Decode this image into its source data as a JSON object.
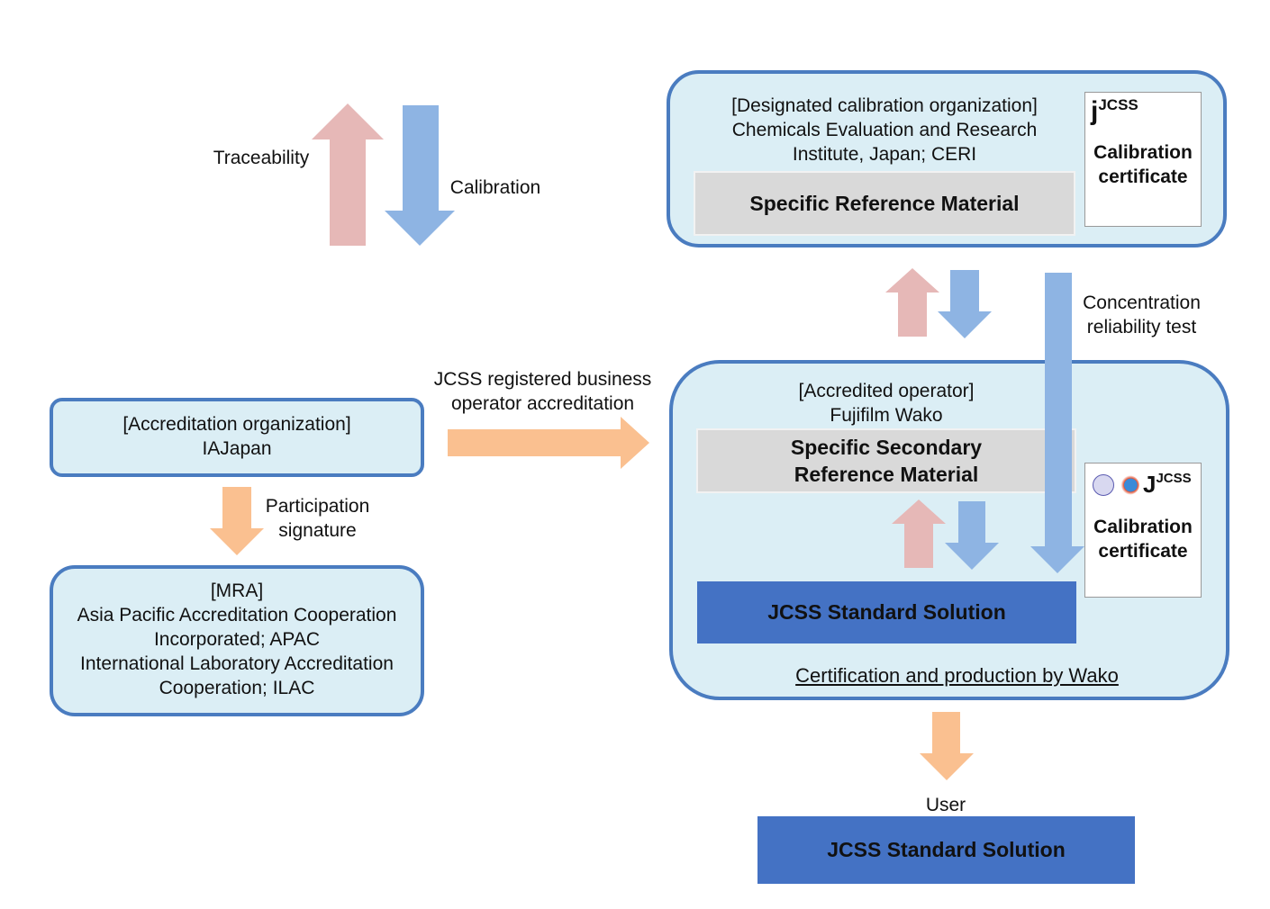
{
  "colors": {
    "traceability_arrow": "#e6b8b7",
    "calibration_arrow": "#8eb4e3",
    "flow_arrow": "#fac090",
    "box_fill": "#dbeef5",
    "box_border": "#4a7cc0",
    "material_fill": "#d9d9d9",
    "solution_fill": "#4472c4"
  },
  "legend": {
    "traceability": "Traceability",
    "calibration": "Calibration"
  },
  "designated_org": {
    "line1": "[Designated calibration organization]",
    "line2": "Chemicals Evaluation and Research",
    "line3": "Institute, Japan; CERI",
    "material": "Specific Reference Material",
    "certificate": {
      "logo": "JCSS",
      "line1": "Calibration",
      "line2": "certificate"
    }
  },
  "concentration_test": {
    "line1": "Concentration",
    "line2": "reliability test"
  },
  "accreditation_org": {
    "line1": "[Accreditation organization]",
    "line2": "IAJapan"
  },
  "accreditation_arrow": {
    "line1": "JCSS registered business",
    "line2": "operator accreditation"
  },
  "participation": {
    "line1": "Participation",
    "line2": "signature"
  },
  "mra": {
    "line1": "[MRA]",
    "line2": "Asia Pacific Accreditation Cooperation",
    "line3": "Incorporated; APAC",
    "line4": "International Laboratory Accreditation",
    "line5": "Cooperation; ILAC"
  },
  "accredited_operator": {
    "line1": "[Accredited operator]",
    "line2": "Fujifilm Wako",
    "material_line1": "Specific Secondary",
    "material_line2": "Reference Material",
    "solution": "JCSS Standard Solution",
    "footer": "Certification and production by Wako",
    "certificate": {
      "logos": [
        "ilac-mra-logo",
        "iajapan-logo",
        "JCSS"
      ],
      "logo_text": "JCSS",
      "line1": "Calibration",
      "line2": "certificate"
    }
  },
  "user": {
    "label": "User",
    "solution": "JCSS Standard Solution"
  }
}
